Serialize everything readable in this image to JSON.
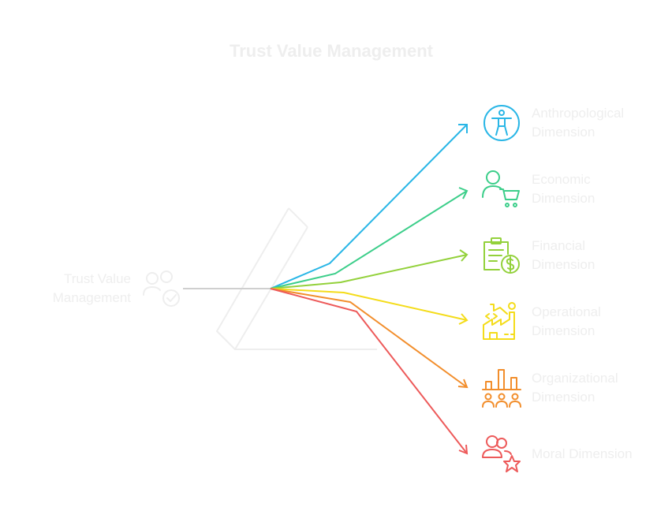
{
  "title": "Trust Value Management",
  "source": {
    "line1": "Trust Value",
    "line2": "Management",
    "icon": "people-check-icon"
  },
  "dimensions": [
    {
      "line1": "Anthropological",
      "line2": "Dimension",
      "icon": "accessibility-person-icon",
      "color": "#29b6e6"
    },
    {
      "line1": "Economic",
      "line2": "Dimension",
      "icon": "person-cart-icon",
      "color": "#3cce8a"
    },
    {
      "line1": "Financial",
      "line2": "Dimension",
      "icon": "clipboard-dollar-icon",
      "color": "#93d13b"
    },
    {
      "line1": "Operational",
      "line2": "Dimension",
      "icon": "factory-robot-arm-icon",
      "color": "#f4dc1a"
    },
    {
      "line1": "Organizational",
      "line2": "Dimension",
      "icon": "bar-chart-team-icon",
      "color": "#f28e2c"
    },
    {
      "line1": "Moral Dimension",
      "line2": "",
      "icon": "people-star-icon",
      "color": "#ed5a5a"
    }
  ],
  "colors": {
    "title_text": "#eeeeee",
    "label_text": "#eeeeee",
    "input_line": "#cfcfcf",
    "prism": "#eeeeee"
  }
}
